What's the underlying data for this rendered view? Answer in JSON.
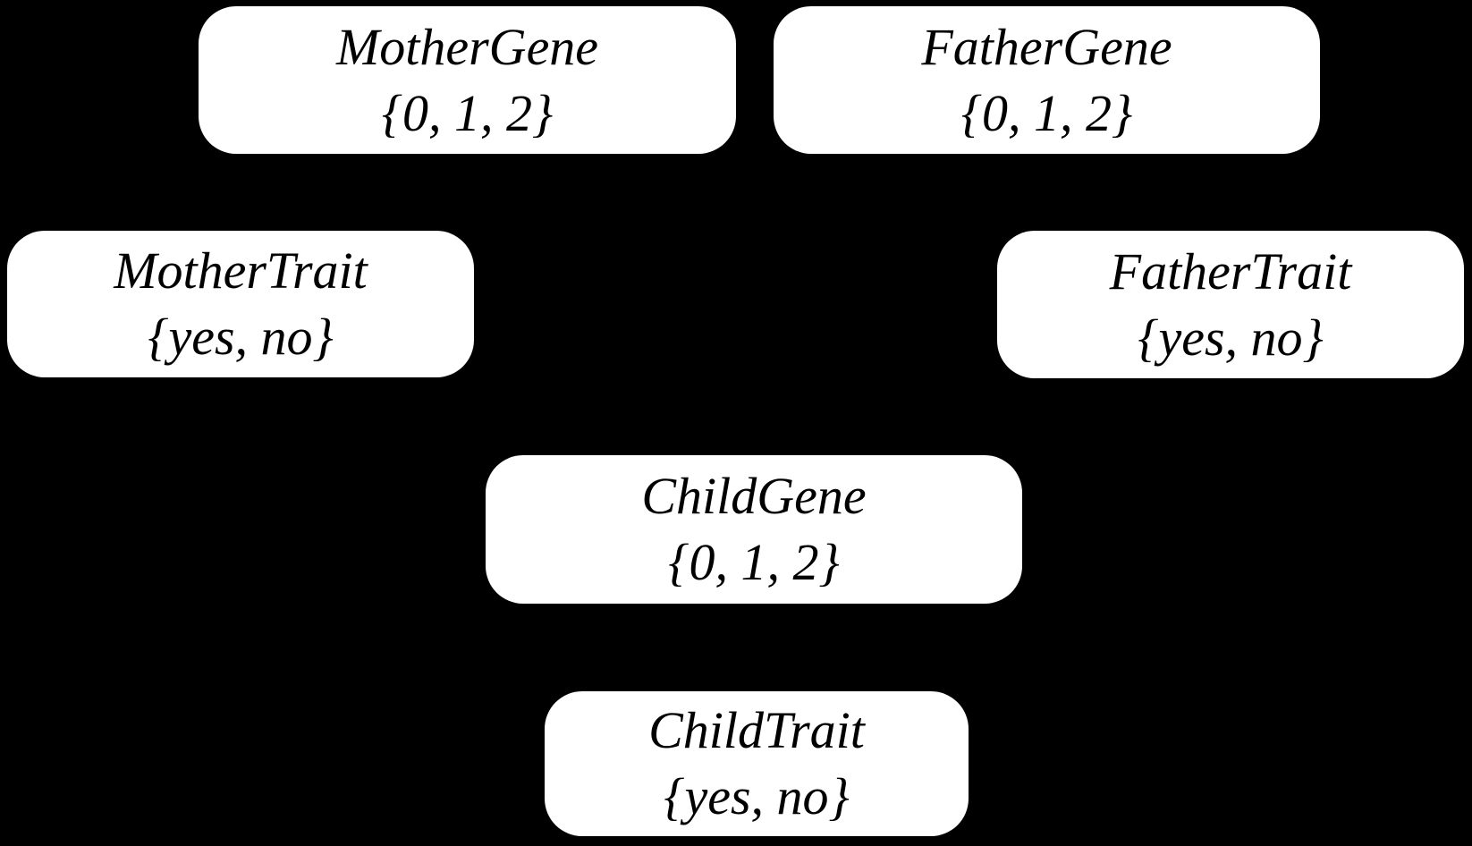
{
  "diagram": {
    "type": "bayesian-network",
    "background_color": "#000000",
    "node_fill_color": "#ffffff",
    "node_text_color": "#000000"
  },
  "nodes": [
    {
      "id": "mother-gene",
      "label": "MotherGene",
      "domain": "{0, 1, 2}"
    },
    {
      "id": "father-gene",
      "label": "FatherGene",
      "domain": "{0, 1, 2}"
    },
    {
      "id": "mother-trait",
      "label": "MotherTrait",
      "domain": "{yes, no}"
    },
    {
      "id": "father-trait",
      "label": "FatherTrait",
      "domain": "{yes, no}"
    },
    {
      "id": "child-gene",
      "label": "ChildGene",
      "domain": "{0, 1, 2}"
    },
    {
      "id": "child-trait",
      "label": "ChildTrait",
      "domain": "{yes, no}"
    }
  ]
}
